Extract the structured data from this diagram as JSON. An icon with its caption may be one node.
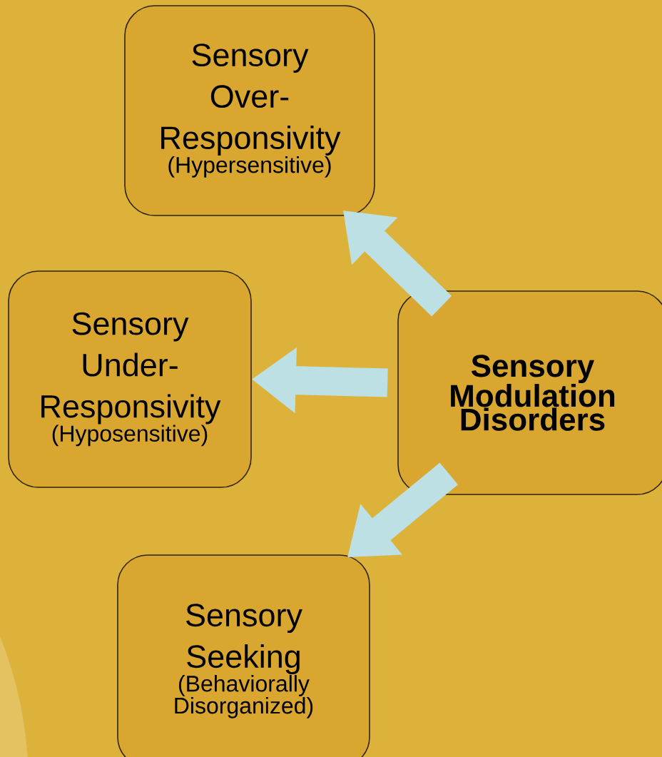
{
  "diagram": {
    "nodes": [
      {
        "text": [
          "Sensory Over-Responsivity",
          "(Hypersensitive)"
        ]
      },
      {
        "text": [
          "Sensory Under-Responsivity",
          "(Hyposensitive)"
        ]
      },
      {
        "text": [
          "Sensory Modulation Disorders"
        ]
      },
      {
        "text": [
          "Sensory Seeking",
          "(Behaviorally Disorganized)"
        ]
      }
    ],
    "edges": [
      {
        "from": 2,
        "to": 0,
        "arrow": "to"
      },
      {
        "from": 2,
        "to": 1,
        "arrow": "to"
      },
      {
        "from": 2,
        "to": 3,
        "arrow": "to"
      }
    ]
  }
}
